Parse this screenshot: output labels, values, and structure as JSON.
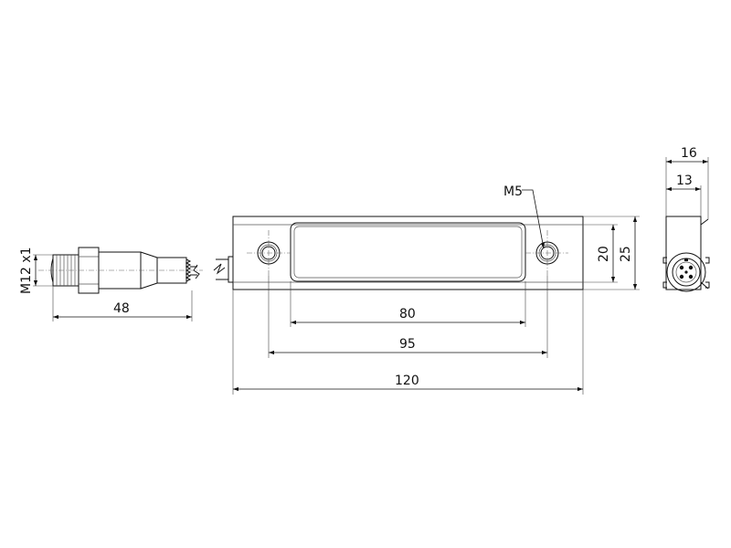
{
  "dimensions": {
    "thread": "M12 x1",
    "connector_length": "48",
    "slot_length": "80",
    "hole_spacing": "95",
    "overall_length": "120",
    "inner_height": "20",
    "overall_height": "25",
    "hole_thread": "M5",
    "side_width": "16",
    "side_inner_width": "13"
  },
  "colors": {
    "line": "#111111",
    "background": "#ffffff"
  }
}
